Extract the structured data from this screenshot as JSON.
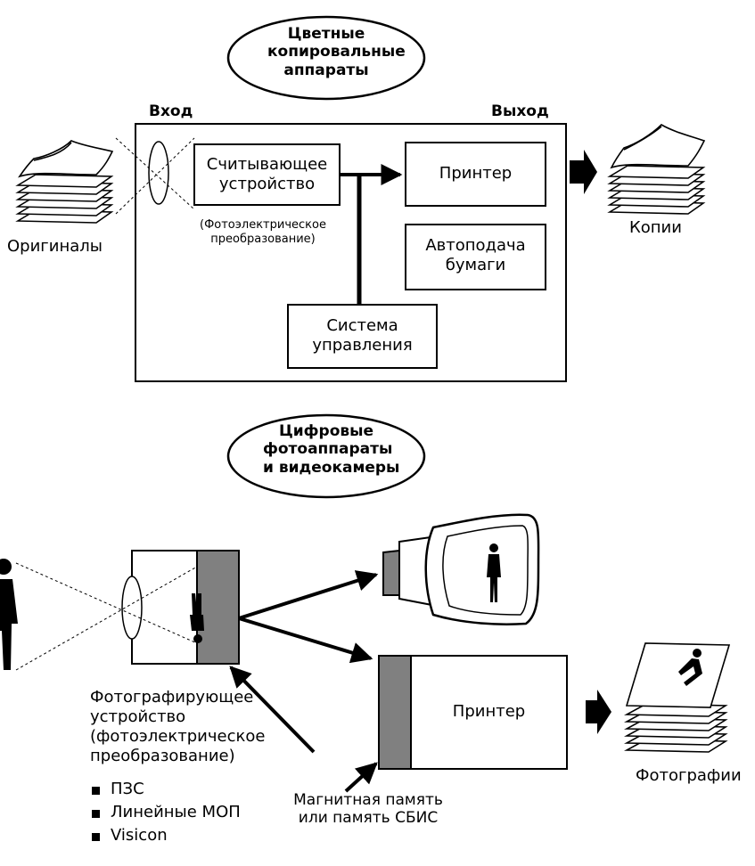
{
  "top": {
    "title": [
      "Цветные",
      "копировальные",
      "аппараты"
    ],
    "input_label": "Вход",
    "output_label": "Выход",
    "reader": [
      "Считывающее",
      "устройство"
    ],
    "reader_note": [
      "(Фотоэлектрическое",
      "преобразование)"
    ],
    "printer": "Принтер",
    "autofeed": [
      "Автоподача",
      "бумаги"
    ],
    "control": [
      "Система",
      "управления"
    ],
    "originals": "Оригиналы",
    "copies": "Копии"
  },
  "bottom": {
    "title": [
      "Цифровые",
      "фотоаппараты",
      "и видеокамеры"
    ],
    "printer": "Принтер",
    "photos": "Фотографии",
    "camera_device": [
      "Фотографирующее",
      "устройство",
      "(фотоэлектрическое",
      "преобразование)"
    ],
    "sensors": [
      "ПЗС",
      "Линейные МОП",
      "Visicon"
    ],
    "memory": [
      "Магнитная память",
      "или память СБИС"
    ]
  },
  "colors": {
    "line": "#000000",
    "gray_panel": "#808080",
    "background": "#ffffff"
  }
}
